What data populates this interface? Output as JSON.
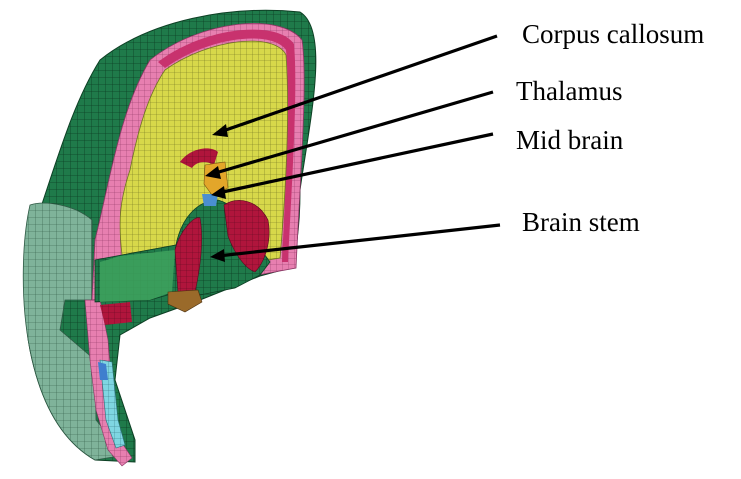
{
  "figure": {
    "labels": [
      {
        "id": "corpus-callosum",
        "text": "Corpus callosum"
      },
      {
        "id": "thalamus",
        "text": "Thalamus"
      },
      {
        "id": "mid-brain",
        "text": "Mid brain"
      },
      {
        "id": "brain-stem",
        "text": "Brain stem"
      }
    ],
    "colors": {
      "skin": "#1f7a4a",
      "skull": "#c8326e",
      "bone_layer": "#e77fb0",
      "brain": "#d7d84a",
      "ventricle": "#b0153c",
      "midbrain": "#e3a62a",
      "csf": "#4a8fd0",
      "neck": "#5ad0e0"
    }
  }
}
